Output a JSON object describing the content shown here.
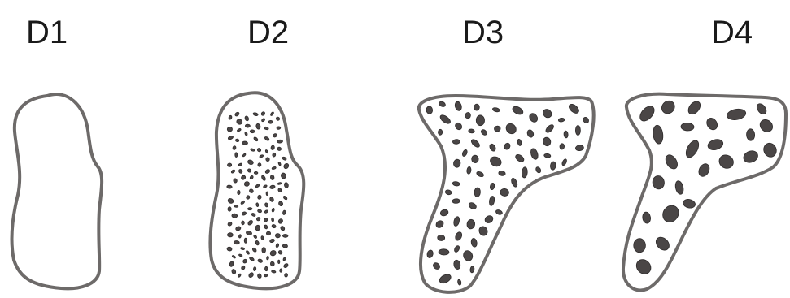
{
  "labels": {
    "d1": "D1",
    "d2": "D2",
    "d3": "D3",
    "d4": "D4"
  },
  "colors": {
    "outline": "#6d6a69",
    "trabecular_fill": "#4a4646",
    "background": "#ffffff"
  }
}
